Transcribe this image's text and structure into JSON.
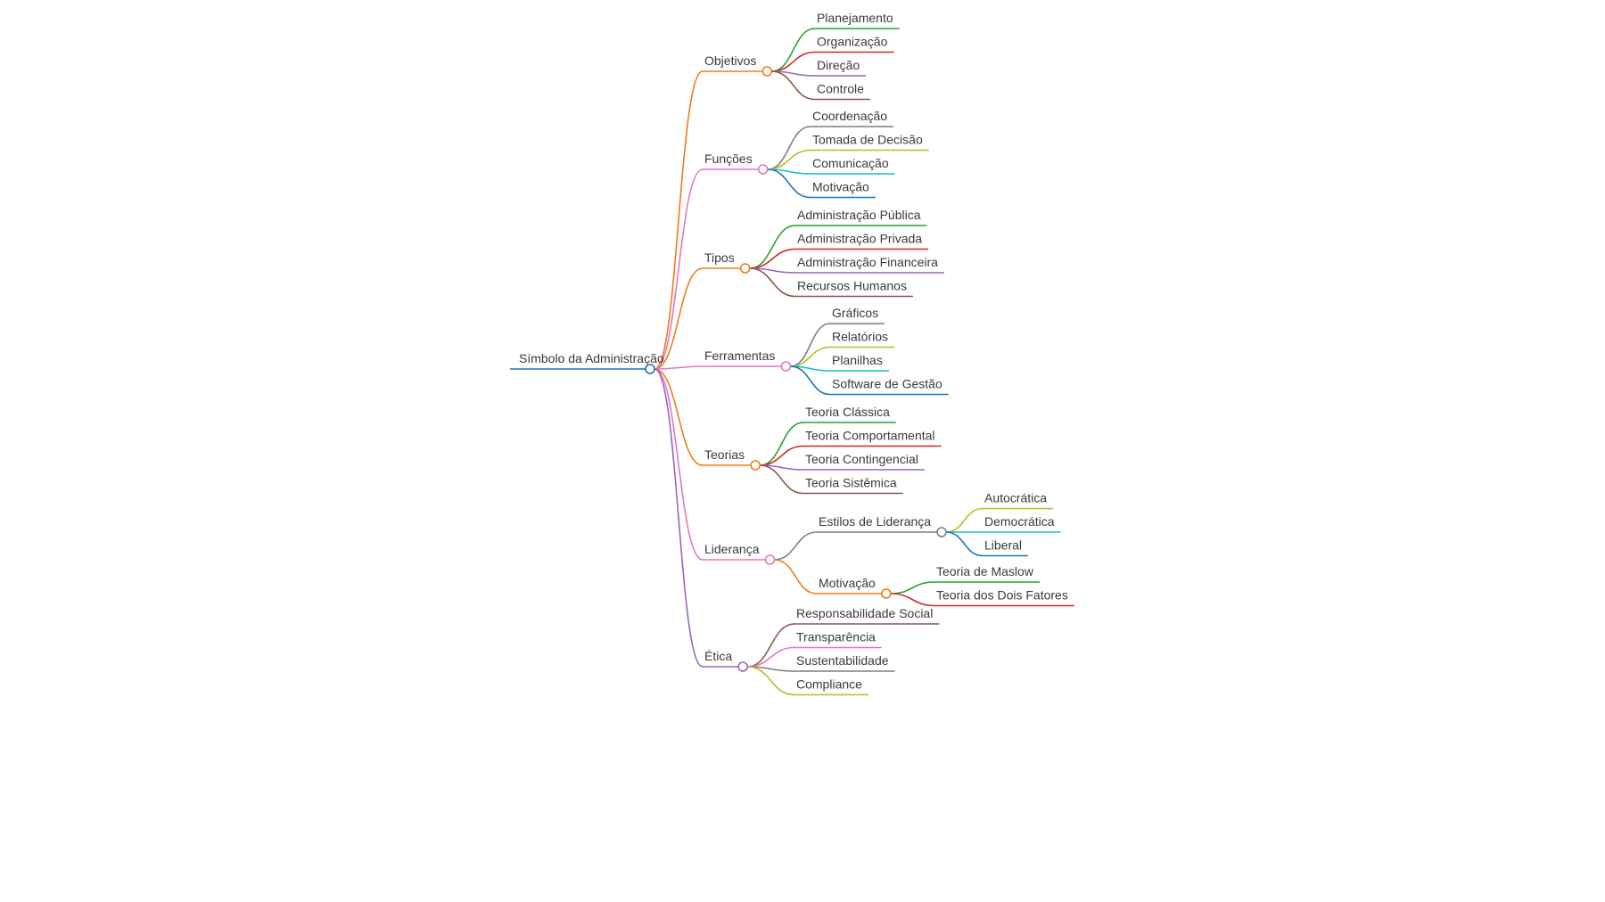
{
  "root": {
    "label": "Símbolo da Administração",
    "color": "#1f6fb6",
    "children": [
      {
        "label": "Objetivos",
        "color": "#ef7b1a",
        "children": [
          {
            "label": "Planejamento",
            "color": "#2ca02c"
          },
          {
            "label": "Organização",
            "color": "#d62728"
          },
          {
            "label": "Direção",
            "color": "#9467bd"
          },
          {
            "label": "Controle",
            "color": "#8c564b"
          }
        ]
      },
      {
        "label": "Funções",
        "color": "#e377c2",
        "children": [
          {
            "label": "Coordenação",
            "color": "#7f7f7f"
          },
          {
            "label": "Tomada de Decisão",
            "color": "#bcbd22"
          },
          {
            "label": "Comunicação",
            "color": "#17becf"
          },
          {
            "label": "Motivação",
            "color": "#1f77b4"
          }
        ]
      },
      {
        "label": "Tipos",
        "color": "#ef7b1a",
        "children": [
          {
            "label": "Administração Pública",
            "color": "#2ca02c"
          },
          {
            "label": "Administração Privada",
            "color": "#d62728"
          },
          {
            "label": "Administração Financeira",
            "color": "#9467bd"
          },
          {
            "label": "Recursos Humanos",
            "color": "#8c564b"
          }
        ]
      },
      {
        "label": "Ferramentas",
        "color": "#e377c2",
        "children": [
          {
            "label": "Gráficos",
            "color": "#7f7f7f"
          },
          {
            "label": "Relatórios",
            "color": "#bcbd22"
          },
          {
            "label": "Planilhas",
            "color": "#17becf"
          },
          {
            "label": "Software de Gestão",
            "color": "#1f77b4"
          }
        ]
      },
      {
        "label": "Teorias",
        "color": "#ef7b1a",
        "children": [
          {
            "label": "Teoria Clássica",
            "color": "#2ca02c"
          },
          {
            "label": "Teoria Comportamental",
            "color": "#d62728"
          },
          {
            "label": "Teoria Contingencial",
            "color": "#9467bd"
          },
          {
            "label": "Teoria Sistêmica",
            "color": "#8c564b"
          }
        ]
      },
      {
        "label": "Liderança",
        "color": "#e377c2",
        "children": [
          {
            "label": "Estilos de Liderança",
            "color": "#7f7f7f",
            "children": [
              {
                "label": "Autocrática",
                "color": "#bcbd22"
              },
              {
                "label": "Democrática",
                "color": "#17becf"
              },
              {
                "label": "Liberal",
                "color": "#1f77b4"
              }
            ]
          },
          {
            "label": "Motivação",
            "color": "#ef7b1a",
            "children": [
              {
                "label": "Teoria de Maslow",
                "color": "#2ca02c"
              },
              {
                "label": "Teoria dos Dois Fatores",
                "color": "#d62728"
              }
            ]
          }
        ]
      },
      {
        "label": "Ética",
        "color": "#9467bd",
        "children": [
          {
            "label": "Responsabilidade Social",
            "color": "#8c564b"
          },
          {
            "label": "Transparência",
            "color": "#e377c2"
          },
          {
            "label": "Sustentabilidade",
            "color": "#7f7f7f"
          },
          {
            "label": "Compliance",
            "color": "#bcbd22"
          }
        ]
      }
    ]
  }
}
